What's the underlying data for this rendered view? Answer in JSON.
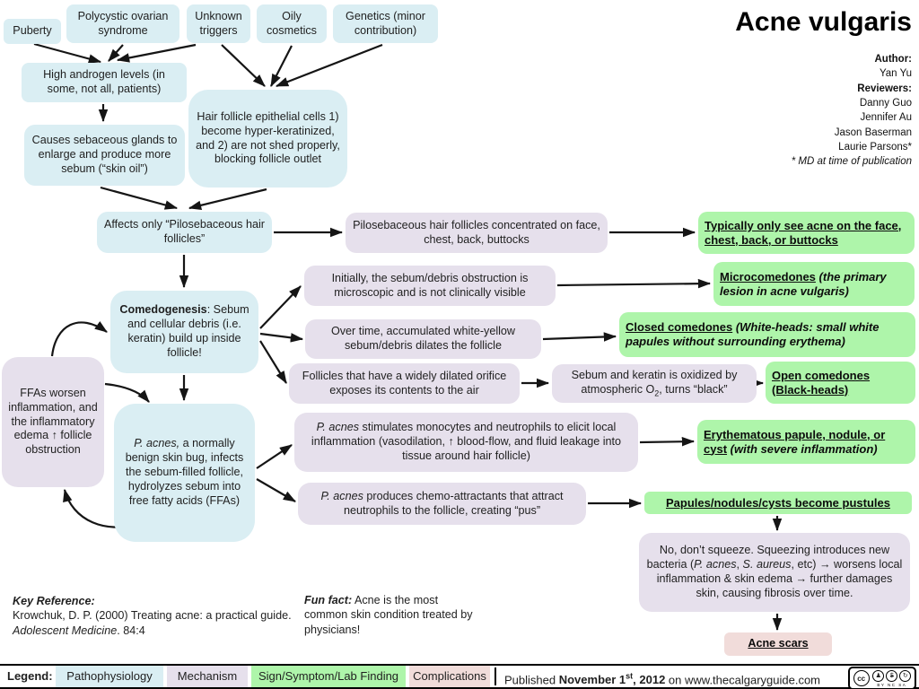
{
  "title": "Acne vulgaris",
  "credits": {
    "author_label": "Author:",
    "author": "Yan Yu",
    "reviewers_label": "Reviewers:",
    "reviewers": [
      "Danny Guo",
      "Jennifer Au",
      "Jason Baserman",
      "Laurie Parsons*"
    ],
    "note": "* MD at time of publication"
  },
  "boxes": {
    "puberty": {
      "text": "Puberty"
    },
    "pcos": {
      "text": "Polycystic ovarian syndrome"
    },
    "unknown": {
      "text": "Unknown triggers"
    },
    "oily": {
      "text": "Oily cosmetics"
    },
    "genetics": {
      "text": "Genetics (minor contribution)"
    },
    "high_androgen": {
      "text": "High androgen levels (in some, not all, patients)"
    },
    "hair_follicle": {
      "text": "Hair follicle epithelial cells 1) become hyper-keratinized, and 2) are not shed properly, blocking follicle outlet"
    },
    "sebaceous": {
      "text": "Causes sebaceous glands to enlarge and produce more sebum (“skin oil”)"
    },
    "affects_only": {
      "text": "Affects only “Pilosebaceous hair follicles”"
    },
    "concentrated": {
      "text": "Pilosebaceous hair follicles concentrated on face, chest, back, buttocks"
    },
    "typically": {
      "main": "Typically only see acne on the face, chest, back, or buttocks"
    },
    "comedogenesis": {
      "bold": "Comedogenesis",
      "rest": ": Sebum and cellular debris (i.e. keratin) build up inside follicle!"
    },
    "initially": {
      "text": "Initially, the sebum/debris obstruction is microscopic and is not clinically visible"
    },
    "microcomedones": {
      "main": "Microcomedones",
      "note": " (the primary lesion in acne vulgaris)"
    },
    "overtime": {
      "text": "Over time, accumulated white-yellow sebum/debris dilates the follicle"
    },
    "closed": {
      "main": "Closed comedones",
      "note": " (White-heads: small white papules without surrounding erythema)"
    },
    "follicles_dilated": {
      "text": "Follicles that have a widely dilated orifice exposes its contents to the air"
    },
    "oxidized": {
      "pre": "Sebum and keratin is oxidized by atmospheric O",
      "sub": "2",
      "post": ", turns “black”"
    },
    "open": {
      "main": "Open comedones (Black-heads)"
    },
    "ffas": {
      "text": "FFAs worsen inflammation, and the inflammatory edema ↑ follicle obstruction"
    },
    "pacnes": {
      "italic": "P. acnes,",
      "rest": " a normally benign skin bug, infects the sebum-filled follicle, hydrolyzes sebum into free fatty acids (FFAs)"
    },
    "stimulates": {
      "italic": "P. acnes",
      "rest": " stimulates monocytes and neutrophils to elicit local inflammation (vasodilation, ↑ blood-flow, and fluid leakage into tissue around hair follicle)"
    },
    "produces": {
      "italic": "P. acnes",
      "rest": " produces chemo-attractants that attract neutrophils to the follicle, creating “pus”"
    },
    "erythematous": {
      "main": "Erythematous papule, nodule, or cyst",
      "note": " (with severe inflammation)"
    },
    "pustules": {
      "main": "Papules/nodules/cysts become pustules"
    },
    "nosqueeze": {
      "p1": "No, don’t squeeze. Squeezing introduces new bacteria (",
      "i1": "P. acnes",
      "p2": ", ",
      "i2": "S. aureus",
      "p3": ", etc) → worsens local inflammation & skin edema → further damages skin, causing fibrosis over time."
    },
    "acne_scars": {
      "main": "Acne scars"
    }
  },
  "notes": {
    "key_reference_label": "Key Reference:",
    "key_reference_1": "Krowchuk, D. P. (2000) Treating acne: a practical guide. ",
    "key_reference_2": "Adolescent Medicine",
    "key_reference_3": ". 84:4",
    "fun_fact_label": "Fun fact:",
    "fun_fact_text": " Acne is the most common skin condition treated by physicians!"
  },
  "footer": {
    "legend_label": "Legend:",
    "legend": [
      {
        "label": "Pathophysiology",
        "color": "#daeef3"
      },
      {
        "label": "Mechanism",
        "color": "#e6e0ec"
      },
      {
        "label": "Sign/Symptom/Lab Finding",
        "color": "#aef5aa"
      },
      {
        "label": "Complications",
        "color": "#f1dcda"
      }
    ],
    "published_pre": "Published ",
    "published_date": "November 1",
    "published_sup": "st",
    "published_date2": ", 2012",
    "published_post": " on www.thecalgaryguide.com",
    "license_cc": "cc",
    "license_labels": "BY NC SA"
  },
  "colors": {
    "pathophysiology": "#daeef3",
    "mechanism": "#e6e0ec",
    "sign_symptom": "#aef5aa",
    "complication": "#f1dcda",
    "text": "#1f1f1f"
  }
}
